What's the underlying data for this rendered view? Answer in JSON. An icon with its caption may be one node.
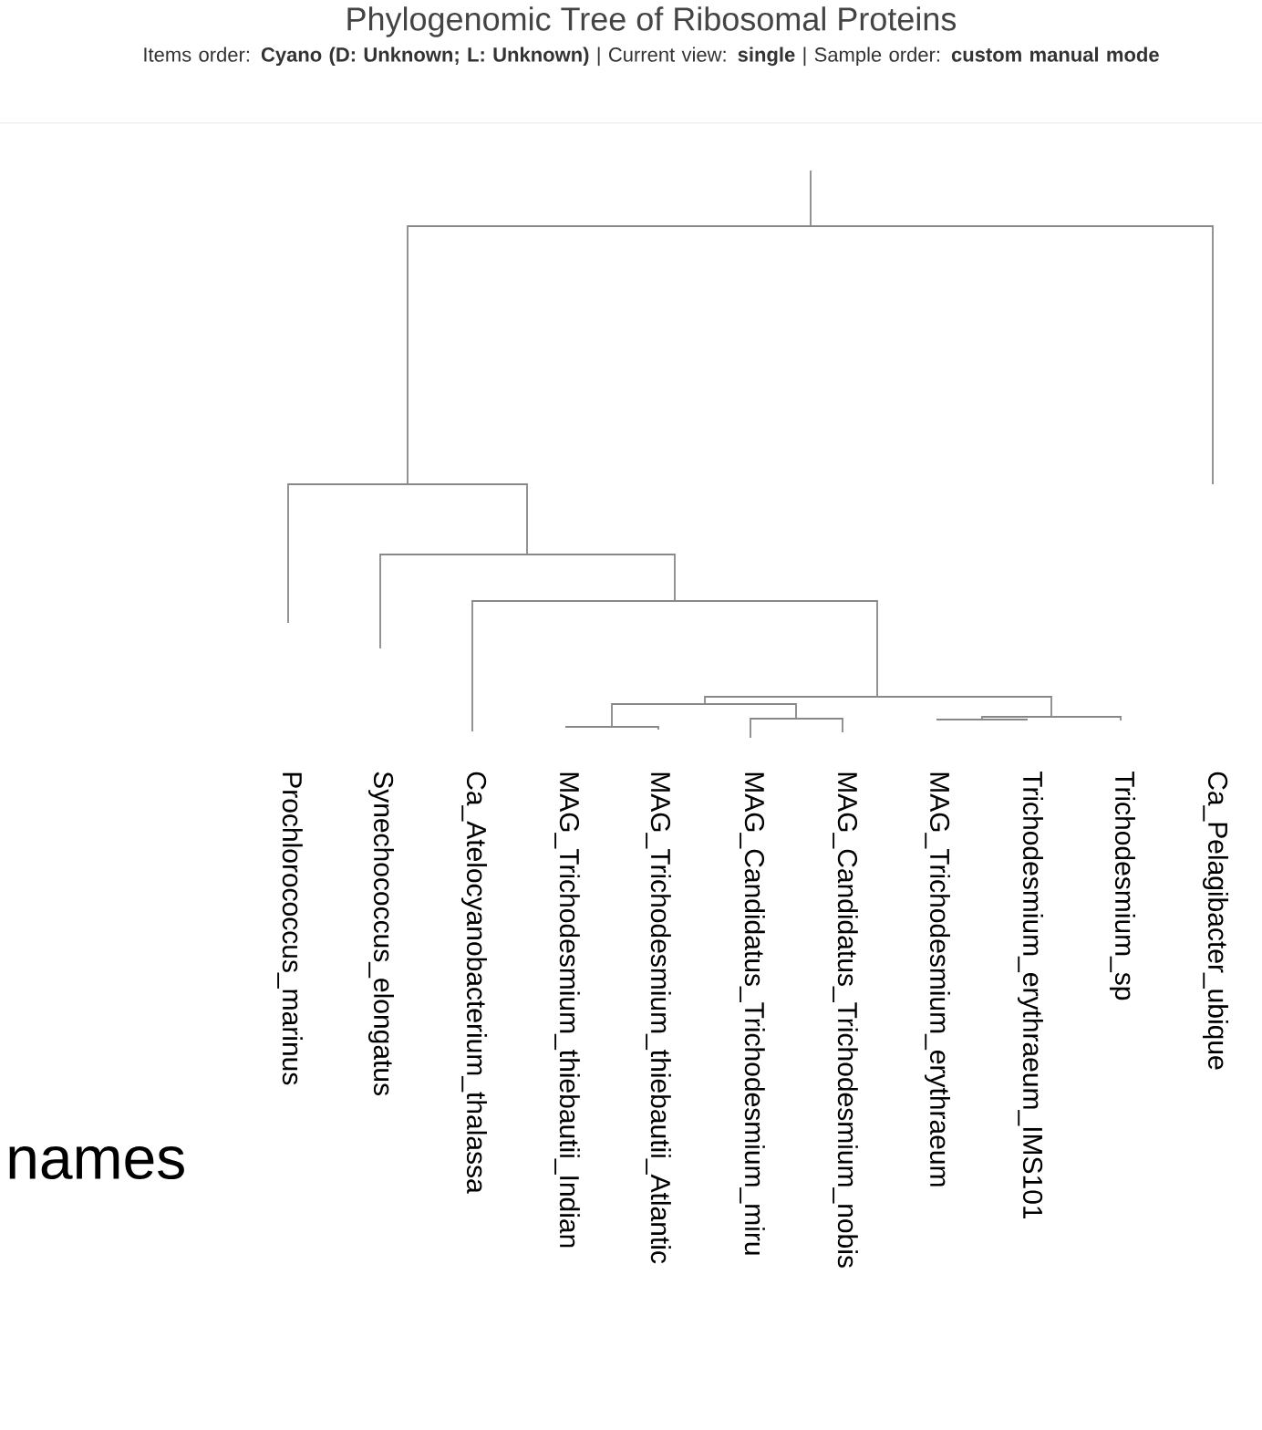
{
  "diagram": {
    "title": "Phylogenomic Tree of Ribosomal Proteins",
    "labels": [
      "Items order: **Cyano (D: Unknown; L: Unknown)** | Current view: **single** | Sample order: **custom manual mode**",
      "names",
      "Prochlorococcus_marinus",
      "Synechococcus_elongatus",
      "Ca_Atelocyanobacterium_thalassa",
      "MAG_Trichodesmium_thiebautii_Indian",
      "MAG_Trichodesmium_thiebautii_Atlantic",
      "MAG_Candidatus_Trichodesmium_miru",
      "MAG_Candidatus_Trichodesmium_nobis",
      "MAG_Trichodesmium_erythraeum",
      "Trichodesmium_erythraeum_IMS101",
      "Trichodesmium_sp",
      "Ca_Pelagibacter_ubique"
    ]
  }
}
